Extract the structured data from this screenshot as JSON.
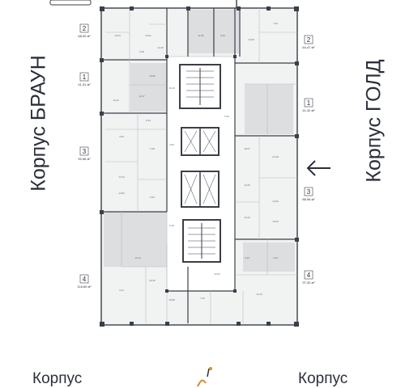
{
  "side_labels": {
    "left": "Корпус БРАУН",
    "right": "Корпус ГОЛД"
  },
  "bottom_words": {
    "left": "Корпус",
    "right": "Корпус"
  },
  "apartments": [
    {
      "rooms": "2",
      "area": "68,00 м²"
    },
    {
      "rooms": "2",
      "area": "64,47 м²"
    },
    {
      "rooms": "1",
      "area": "41,31 м²"
    },
    {
      "rooms": "1",
      "area": "41,42 м²"
    },
    {
      "rooms": "3",
      "area": "90,56 м²"
    },
    {
      "rooms": "3",
      "area": "88,96 м²"
    },
    {
      "rooms": "4",
      "area": "116,60 м²"
    },
    {
      "rooms": "4",
      "area": "97,32 м²"
    }
  ],
  "room_areas": [
    "16,63",
    "10,91",
    "12,48",
    "6,99",
    "11,86",
    "8,46",
    "13,68",
    "7,53",
    "19,58",
    "11,97",
    "15,20",
    "10,33",
    "6,33",
    "4,63",
    "5,48",
    "17,03",
    "8,52",
    "14,82",
    "3,66",
    "5,62",
    "18,67",
    "24,28",
    "14,96",
    "11,65",
    "12,44",
    "16,93",
    "6,40",
    "3,23",
    "9,10",
    "11,34",
    "20,35",
    "4,12",
    "15,88",
    "7,91",
    "10,02",
    "13,19"
  ],
  "colors": {
    "background": "#ffffff",
    "floor_fill": "#f1f2f2",
    "highlight_fill": "#dcdedf",
    "wall": "#3a3f48",
    "thin_line": "#b8bcc2",
    "corridor": "#ffffff",
    "text": "#2a2f3a"
  },
  "icons": [
    "arrow-left-icon",
    "logo-icon"
  ]
}
